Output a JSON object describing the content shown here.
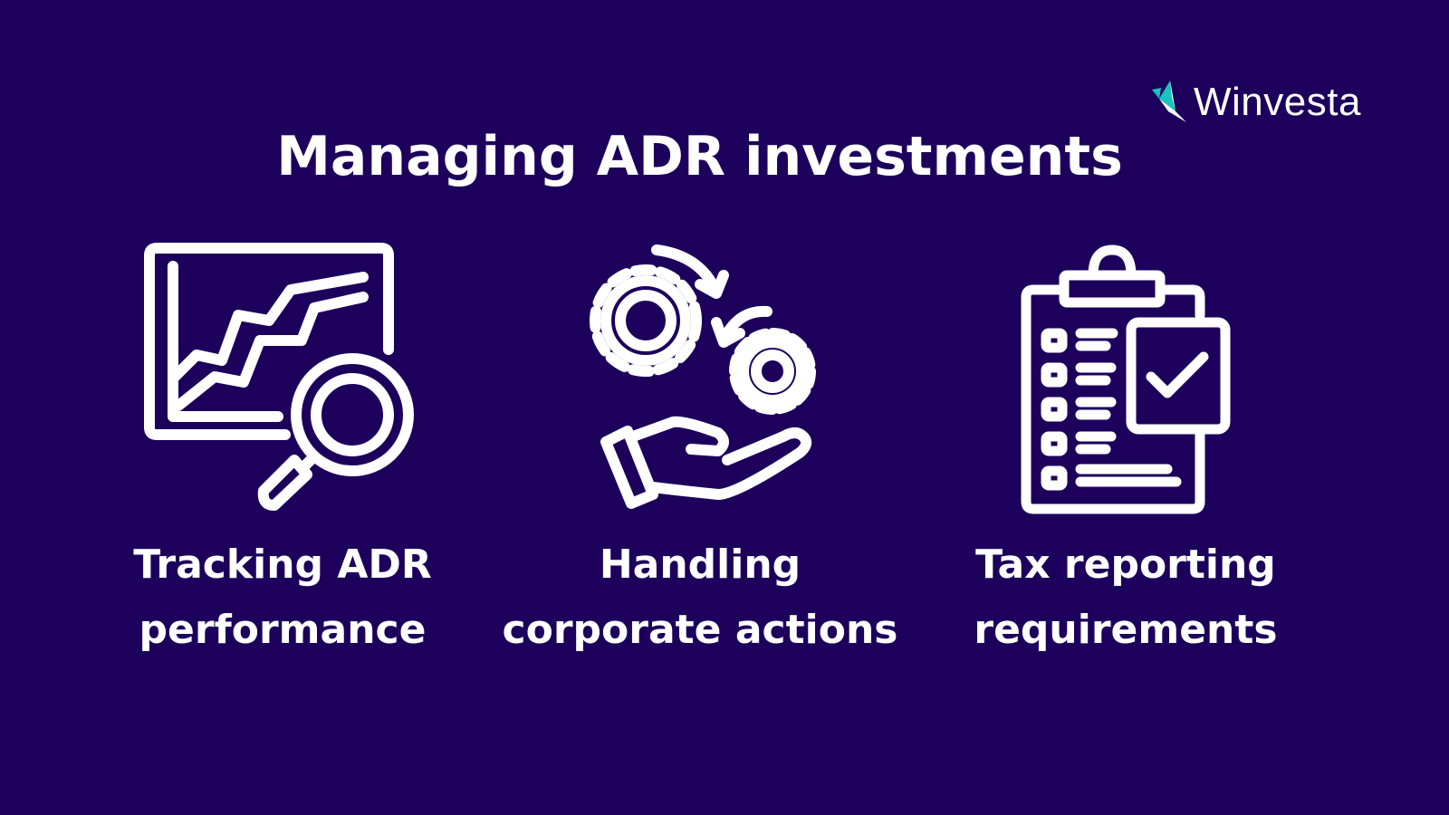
{
  "brand": {
    "name": "Winvesta",
    "accent": "#17c3c0"
  },
  "title": "Managing ADR investments",
  "items": [
    {
      "icon": "chart-magnifier-icon",
      "line1": "Tracking ADR",
      "line2": "performance"
    },
    {
      "icon": "gears-hand-icon",
      "line1": "Handling",
      "line2": "corporate actions"
    },
    {
      "icon": "clipboard-checklist-icon",
      "line1": "Tax reporting",
      "line2": "requirements"
    }
  ],
  "colors": {
    "background": "#1c005c",
    "foreground": "#ffffff"
  }
}
